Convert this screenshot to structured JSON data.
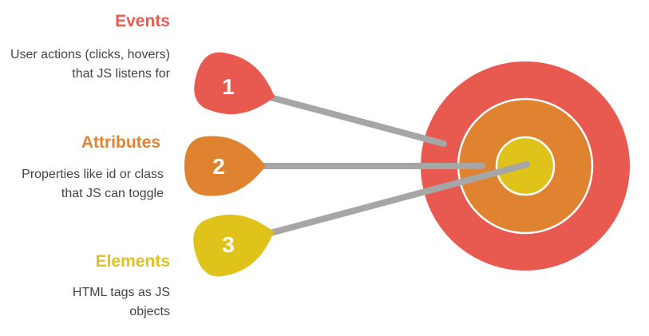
{
  "items": [
    {
      "number": "1",
      "title": "Events",
      "description": "User actions (clicks, hovers) that JS listens for",
      "color": "#e85a50"
    },
    {
      "number": "2",
      "title": "Attributes",
      "description": "Properties like id or class that JS can toggle",
      "color": "#e08330"
    },
    {
      "number": "3",
      "title": "Elements",
      "description": "HTML tags as JS objects",
      "color": "#dfc21a"
    }
  ],
  "target": {
    "outer_color": "#e85a50",
    "middle_color": "#e08330",
    "inner_color": "#dfc21a",
    "ring_stroke": "#ffffff",
    "dart_color": "#a6a6a6"
  }
}
